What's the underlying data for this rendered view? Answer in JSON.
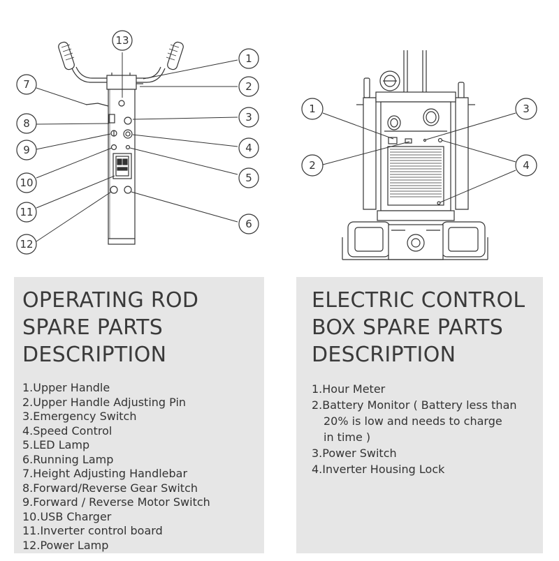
{
  "callouts": {
    "left": [
      "1",
      "2",
      "3",
      "4",
      "5",
      "6",
      "7",
      "8",
      "9",
      "10",
      "11",
      "12",
      "13"
    ],
    "right": [
      "1",
      "2",
      "3",
      "4"
    ]
  },
  "operating": {
    "title_lines": [
      "OPERATING ROD",
      "SPARE PARTS",
      "DESCRIPTION"
    ],
    "items": [
      "1.Upper Handle",
      "2.Upper Handle Adjusting Pin",
      "3.Emergency Switch",
      "4.Speed Control",
      "5.LED Lamp",
      "6.Running Lamp",
      "7.Height Adjusting Handlebar",
      "8.Forward/Reverse Gear Switch",
      "9.Forward / Reverse Motor Switch",
      "10.USB Charger",
      "11.Inverter control board",
      "12.Power Lamp"
    ]
  },
  "electric": {
    "title_lines": [
      "ELECTRIC CONTROL",
      "BOX SPARE PARTS",
      "DESCRIPTION"
    ],
    "items": [
      {
        "text": "1.Hour Meter"
      },
      {
        "text": "2.Battery Monitor ( Battery less than",
        "cont": [
          "20% is low and needs to charge",
          "in time )"
        ]
      },
      {
        "text": "3.Power Switch"
      },
      {
        "text": "4.Inverter Housing Lock"
      }
    ]
  },
  "colors": {
    "panel_bg": "#e6e6e6",
    "line": "#333333"
  }
}
